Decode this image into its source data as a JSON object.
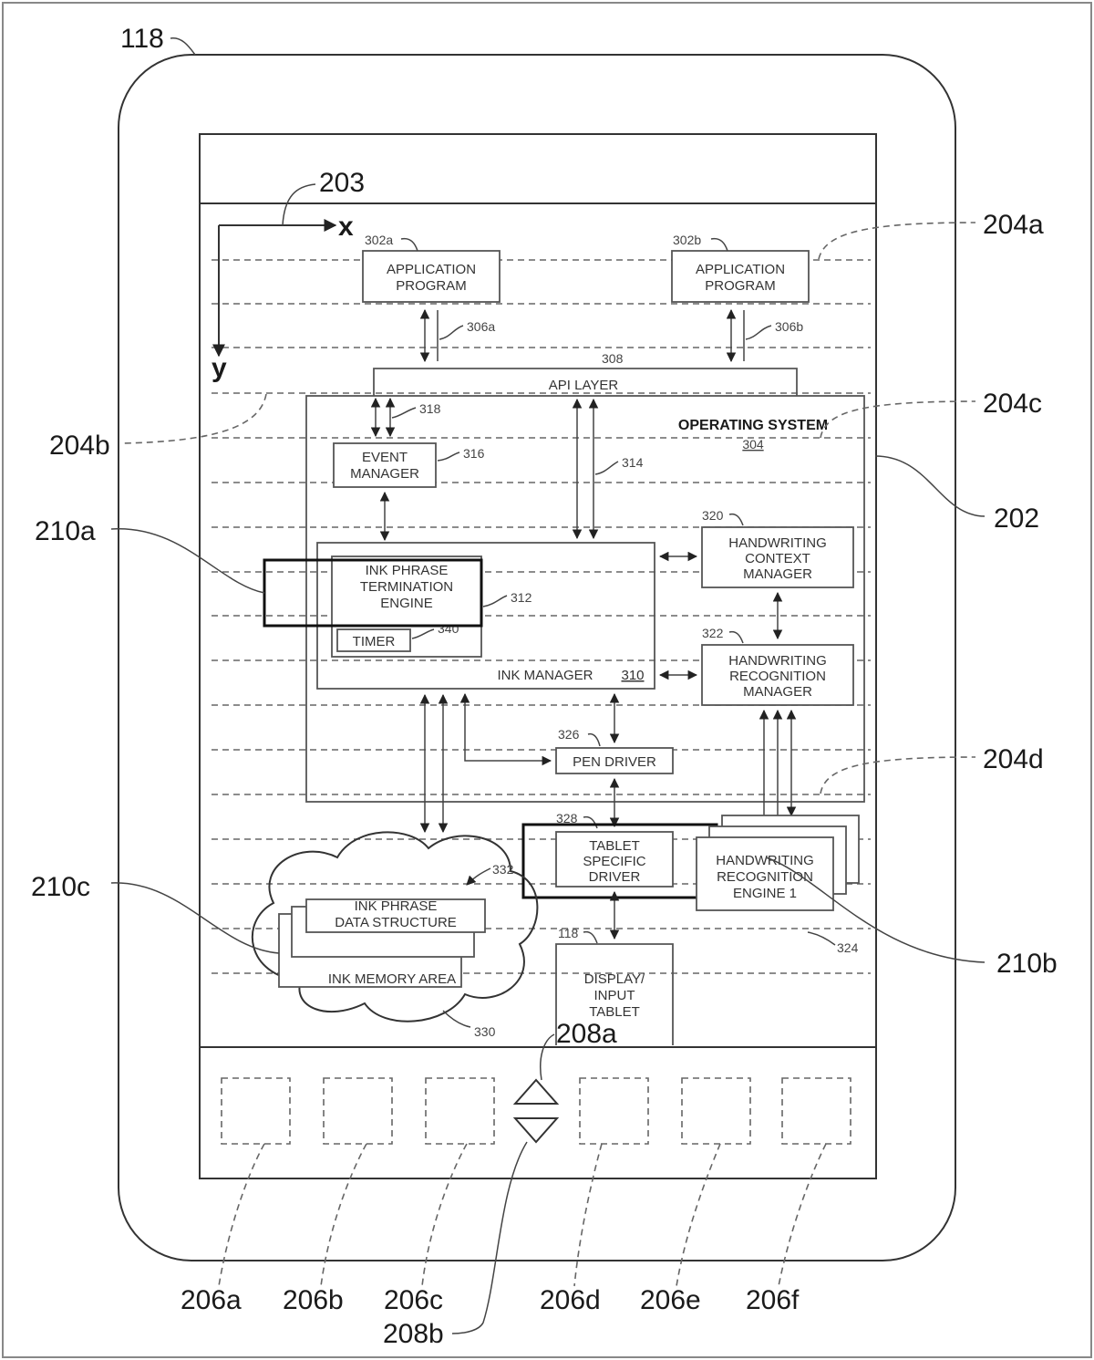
{
  "refs": {
    "device": "118",
    "coord": "203",
    "axis_x": "x",
    "axis_y": "y",
    "layer_a": "204a",
    "layer_b": "204b",
    "layer_c": "204c",
    "layer_d": "204d",
    "screen": "202",
    "overlay_a": "210a",
    "overlay_b": "210b",
    "overlay_c": "210c",
    "nav_up": "208a",
    "nav_down": "208b",
    "btn_a": "206a",
    "btn_b": "206b",
    "btn_c": "206c",
    "btn_d": "206d",
    "btn_e": "206e",
    "btn_f": "206f"
  },
  "blocks": {
    "app_a": {
      "ref": "302a",
      "line1": "APPLICATION",
      "line2": "PROGRAM"
    },
    "app_b": {
      "ref": "302b",
      "line1": "APPLICATION",
      "line2": "PROGRAM"
    },
    "link_a": "306a",
    "link_b": "306b",
    "api": {
      "ref": "308",
      "label": "API LAYER"
    },
    "os": {
      "label": "OPERATING SYSTEM",
      "ref": "304"
    },
    "link_event": "318",
    "event": {
      "ref": "316",
      "line1": "EVENT",
      "line2": "MANAGER"
    },
    "link_ink": "314",
    "context": {
      "ref": "320",
      "line1": "HANDWRITING",
      "line2": "CONTEXT",
      "line3": "MANAGER"
    },
    "termination": {
      "ref": "312",
      "line1": "INK PHRASE",
      "line2": "TERMINATION",
      "line3": "ENGINE"
    },
    "timer": {
      "ref": "340",
      "label": "TIMER"
    },
    "ink_manager": {
      "label": "INK MANAGER",
      "ref": "310"
    },
    "recognition_mgr": {
      "ref": "322",
      "line1": "HANDWRITING",
      "line2": "RECOGNITION",
      "line3": "MANAGER"
    },
    "pen": {
      "ref": "326",
      "label": "PEN DRIVER"
    },
    "tablet_driver": {
      "ref": "328",
      "line1": "TABLET",
      "line2": "SPECIFIC",
      "line3": "DRIVER"
    },
    "recognition_engine": {
      "ref": "324",
      "line1": "HANDWRITING",
      "line2": "RECOGNITION",
      "line3": "ENGINE 1"
    },
    "data_structure": {
      "ref": "332",
      "line1": "INK PHRASE",
      "line2": "DATA STRUCTURE"
    },
    "memory": {
      "ref": "330",
      "label": "INK MEMORY AREA"
    },
    "display": {
      "ref": "118",
      "line1": "DISPLAY/",
      "line2": "INPUT",
      "line3": "TABLET"
    }
  }
}
